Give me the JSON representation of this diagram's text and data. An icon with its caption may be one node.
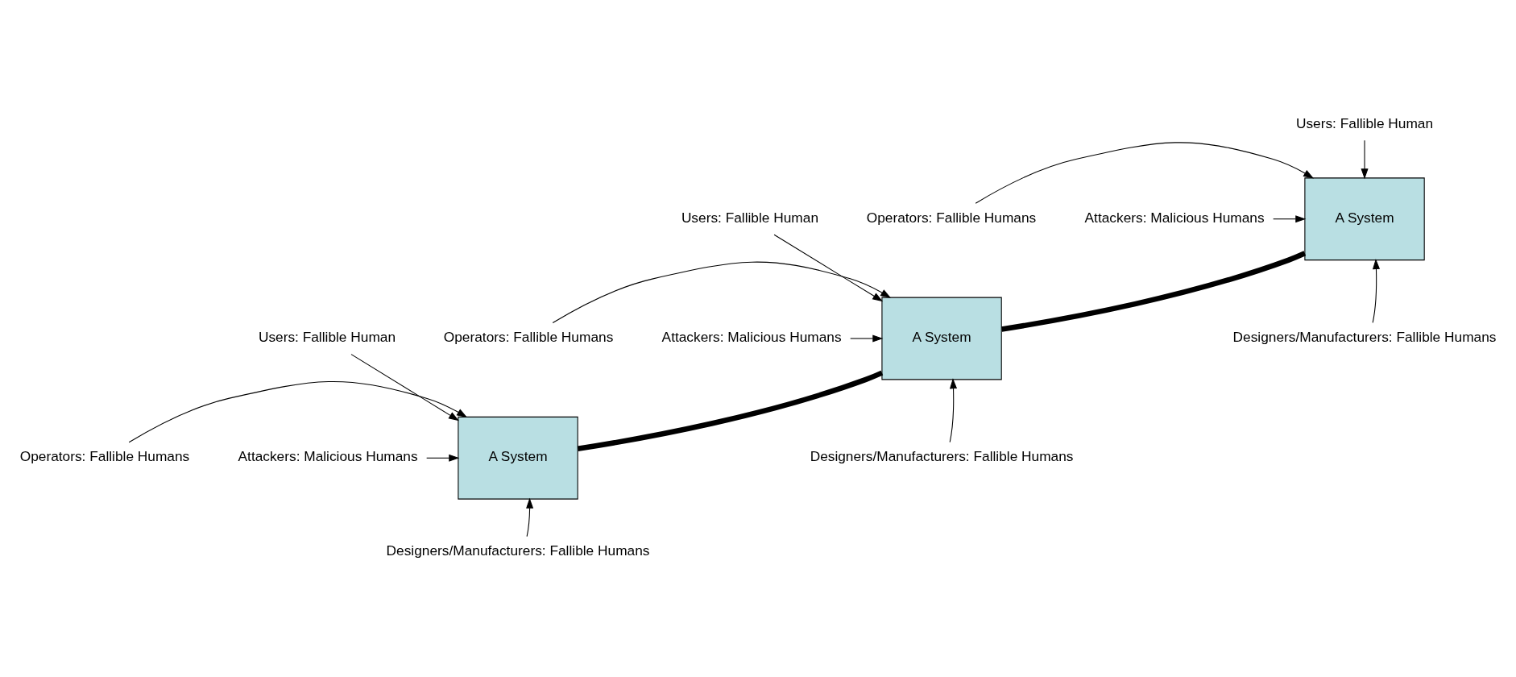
{
  "diagram": {
    "nodes": [
      {
        "text": [
          "A System"
        ]
      },
      {
        "text": [
          "Users: Fallible Human"
        ]
      },
      {
        "text": [
          "Operators: Fallible Humans"
        ]
      },
      {
        "text": [
          "Attackers: Malicious Humans"
        ]
      },
      {
        "text": [
          "Designers/Manufacturers: Fallible Humans"
        ]
      },
      {
        "text": [
          "A System"
        ]
      },
      {
        "text": [
          "Users: Fallible Human"
        ]
      },
      {
        "text": [
          "Operators: Fallible Humans"
        ]
      },
      {
        "text": [
          "Attackers: Malicious Humans"
        ]
      },
      {
        "text": [
          "Designers/Manufacturers: Fallible Humans"
        ]
      },
      {
        "text": [
          "A System"
        ]
      },
      {
        "text": [
          "Users: Fallible Human"
        ]
      },
      {
        "text": [
          "Operators: Fallible Humans"
        ]
      },
      {
        "text": [
          "Attackers: Malicious Humans"
        ]
      },
      {
        "text": [
          "Designers/Manufacturers: Fallible Humans"
        ]
      }
    ],
    "edges": [
      {
        "from": 1,
        "to": 0,
        "arrow": "to"
      },
      {
        "from": 2,
        "to": 0,
        "arrow": "to"
      },
      {
        "from": 3,
        "to": 0,
        "arrow": "to"
      },
      {
        "from": 4,
        "to": 0,
        "arrow": "to"
      },
      {
        "from": 6,
        "to": 5,
        "arrow": "to"
      },
      {
        "from": 7,
        "to": 5,
        "arrow": "to"
      },
      {
        "from": 8,
        "to": 5,
        "arrow": "to"
      },
      {
        "from": 9,
        "to": 5,
        "arrow": "to"
      },
      {
        "from": 11,
        "to": 10,
        "arrow": "to"
      },
      {
        "from": 12,
        "to": 10,
        "arrow": "to"
      },
      {
        "from": 13,
        "to": 10,
        "arrow": "to"
      },
      {
        "from": 14,
        "to": 10,
        "arrow": "to"
      },
      {
        "from": 0,
        "to": 5,
        "arrow": "none",
        "style": "thick"
      },
      {
        "from": 5,
        "to": 10,
        "arrow": "none",
        "style": "thick"
      }
    ]
  }
}
